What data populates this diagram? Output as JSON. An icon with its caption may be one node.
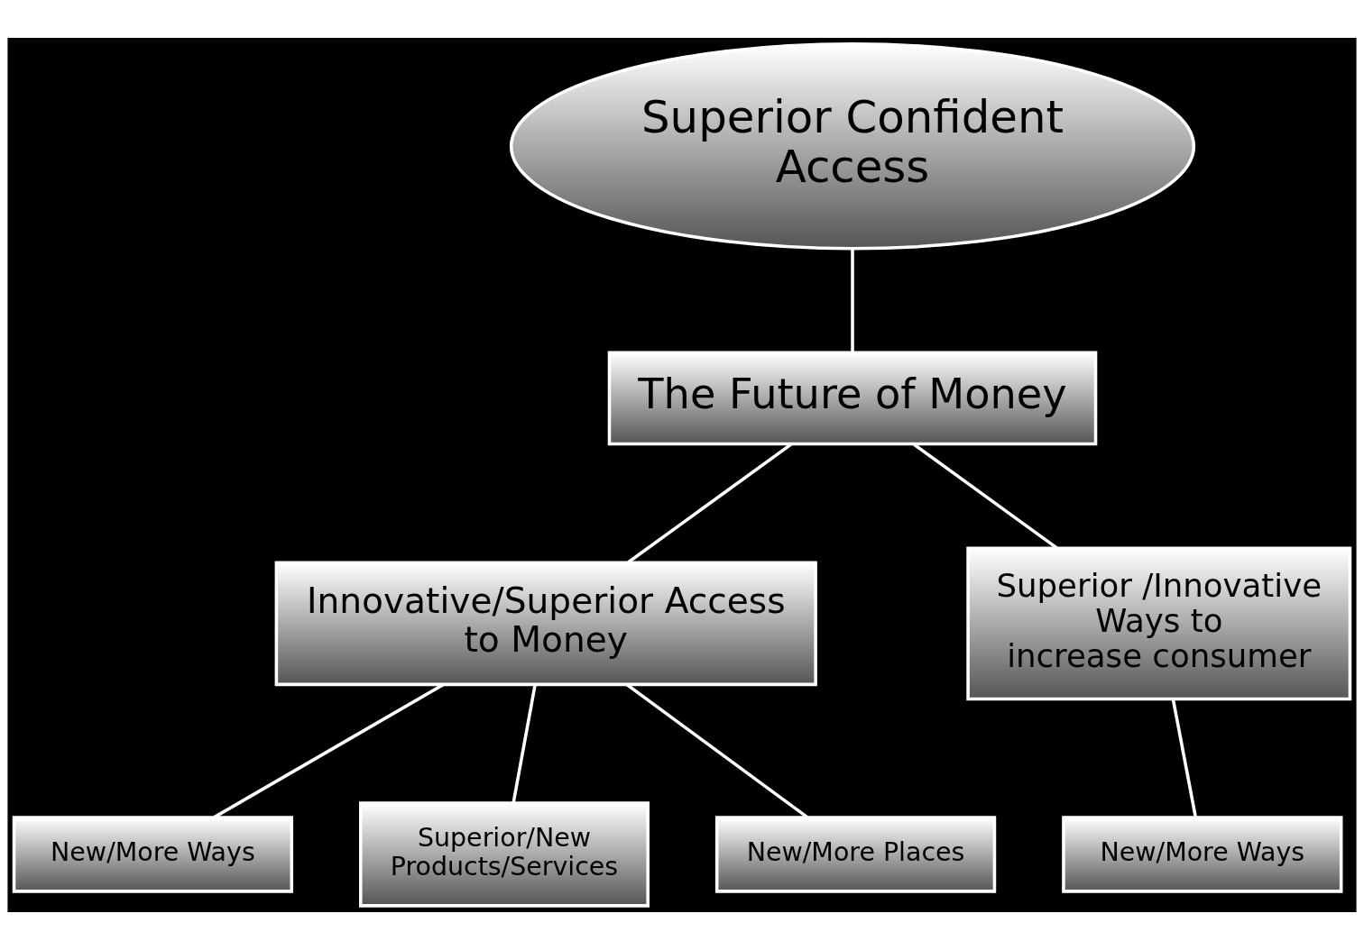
{
  "diagram": {
    "nodes": [
      {
        "text": [
          "Superior Confident Access"
        ]
      },
      {
        "text": [
          "The Future of Money"
        ]
      },
      {
        "text": [
          "Innovative/Superior Access to Money"
        ]
      },
      {
        "text": [
          "Superior /Innovative Ways to increase consumer"
        ]
      },
      {
        "text": [
          "New/More Ways"
        ]
      },
      {
        "text": [
          "Superior/New Products/Services"
        ]
      },
      {
        "text": [
          "New/More Places"
        ]
      },
      {
        "text": [
          "New/More Ways"
        ]
      }
    ],
    "edges": [
      {
        "from": 0,
        "to": 1,
        "arrow": "none"
      },
      {
        "from": 1,
        "to": 2,
        "arrow": "none"
      },
      {
        "from": 1,
        "to": 3,
        "arrow": "none"
      },
      {
        "from": 2,
        "to": 4,
        "arrow": "none"
      },
      {
        "from": 2,
        "to": 5,
        "arrow": "none"
      },
      {
        "from": 2,
        "to": 6,
        "arrow": "none"
      },
      {
        "from": 3,
        "to": 7,
        "arrow": "none"
      }
    ]
  }
}
